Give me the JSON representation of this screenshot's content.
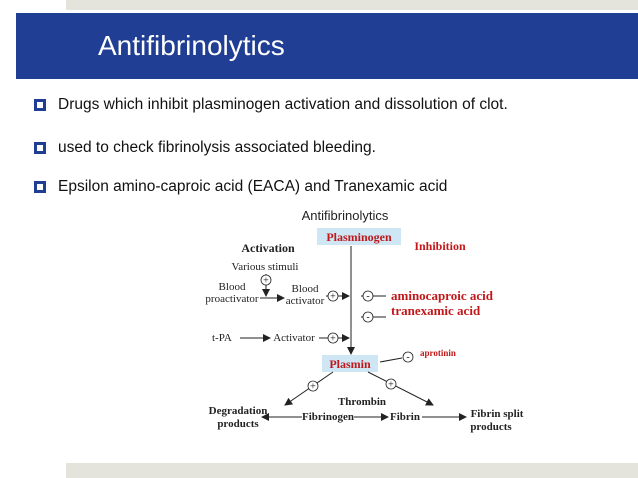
{
  "slide": {
    "title": "Antifibrinolytics",
    "bullets": [
      "Drugs which inhibit plasminogen activation and dissolution of clot.",
      "used to check fibrinolysis associated bleeding.",
      "Epsilon amino-caproic acid (EACA) and Tranexamic acid"
    ]
  },
  "diagram": {
    "title": "Antifibrinolytics",
    "plasminogen": "Plasminogen",
    "plasmin": "Plasmin",
    "activation": "Activation",
    "inhibition": "Inhibition",
    "various_stimuli": "Various stimuli",
    "blood_proactivator_1": "Blood",
    "blood_proactivator_2": "proactivator",
    "blood_activator_1": "Blood",
    "blood_activator_2": "activator",
    "tpa": "t-PA",
    "activator": "Activator",
    "drug_1": "aminocaproic acid",
    "drug_2": "tranexamic acid",
    "aprotinin": "aprotinin",
    "thrombin": "Thrombin",
    "fibrinogen": "Fibrinogen",
    "fibrin": "Fibrin",
    "degradation_1": "Degradation",
    "degradation_2": "products",
    "split_1": "Fibrin split",
    "split_2": "products",
    "plus": "+",
    "minus": "-",
    "colors": {
      "red": "#c0181a",
      "box": "#cfe6f5",
      "navy": "#203f94"
    }
  }
}
